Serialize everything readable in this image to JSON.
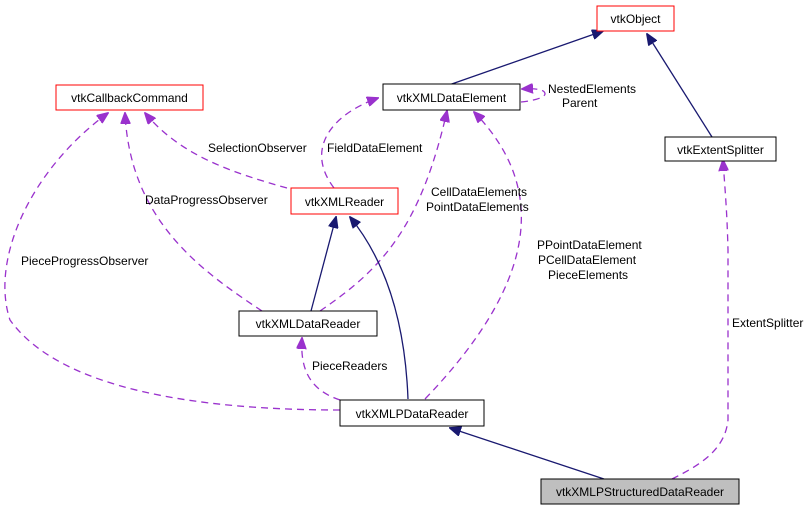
{
  "diagram": {
    "title": "vtkXMLPStructuredDataReader collaboration graph",
    "colors": {
      "inheritance_edge": "#191970",
      "usage_edge": "#9a32cd",
      "undocumented_border": "#ff0000",
      "documented_border": "#000000",
      "focus_fill": "#bfbfbf"
    },
    "nodes": {
      "vtkObject": {
        "label": "vtkObject",
        "style": "red"
      },
      "vtkCallbackCommand": {
        "label": "vtkCallbackCommand",
        "style": "red"
      },
      "vtkXMLDataElement": {
        "label": "vtkXMLDataElement",
        "style": "black"
      },
      "vtkExtentSplitter": {
        "label": "vtkExtentSplitter",
        "style": "black"
      },
      "vtkXMLReader": {
        "label": "vtkXMLReader",
        "style": "red"
      },
      "vtkXMLDataReader": {
        "label": "vtkXMLDataReader",
        "style": "black"
      },
      "vtkXMLPDataReader": {
        "label": "vtkXMLPDataReader",
        "style": "black"
      },
      "vtkXMLPStructuredDataReader": {
        "label": "vtkXMLPStructuredDataReader",
        "style": "focus"
      }
    },
    "edges": [
      {
        "from": "vtkXMLDataElement",
        "to": "vtkObject",
        "kind": "inheritance"
      },
      {
        "from": "vtkExtentSplitter",
        "to": "vtkObject",
        "kind": "inheritance"
      },
      {
        "from": "vtkXMLDataElement",
        "to": "vtkXMLDataElement",
        "kind": "usage",
        "label": [
          "NestedElements",
          "Parent"
        ]
      },
      {
        "from": "vtkXMLReader",
        "to": "vtkCallbackCommand",
        "kind": "usage",
        "label": [
          "SelectionObserver"
        ]
      },
      {
        "from": "vtkXMLReader",
        "to": "vtkXMLDataElement",
        "kind": "usage",
        "label": [
          "FieldDataElement"
        ]
      },
      {
        "from": "vtkXMLDataReader",
        "to": "vtkCallbackCommand",
        "kind": "usage",
        "label": [
          "DataProgressObserver"
        ]
      },
      {
        "from": "vtkXMLPDataReader",
        "to": "vtkCallbackCommand",
        "kind": "usage",
        "label": [
          "PieceProgressObserver"
        ]
      },
      {
        "from": "vtkXMLDataReader",
        "to": "vtkXMLDataElement",
        "kind": "usage",
        "label": [
          "CellDataElements",
          "PointDataElements"
        ]
      },
      {
        "from": "vtkXMLPDataReader",
        "to": "vtkXMLDataElement",
        "kind": "usage",
        "label": [
          "PPointDataElement",
          "PCellDataElement",
          "PieceElements"
        ]
      },
      {
        "from": "vtkXMLDataReader",
        "to": "vtkXMLReader",
        "kind": "inheritance"
      },
      {
        "from": "vtkXMLPDataReader",
        "to": "vtkXMLReader",
        "kind": "inheritance"
      },
      {
        "from": "vtkXMLPDataReader",
        "to": "vtkXMLDataReader",
        "kind": "usage",
        "label": [
          "PieceReaders"
        ]
      },
      {
        "from": "vtkXMLPStructuredDataReader",
        "to": "vtkXMLPDataReader",
        "kind": "inheritance"
      },
      {
        "from": "vtkXMLPStructuredDataReader",
        "to": "vtkExtentSplitter",
        "kind": "usage",
        "label": [
          "ExtentSplitter"
        ]
      }
    ]
  }
}
